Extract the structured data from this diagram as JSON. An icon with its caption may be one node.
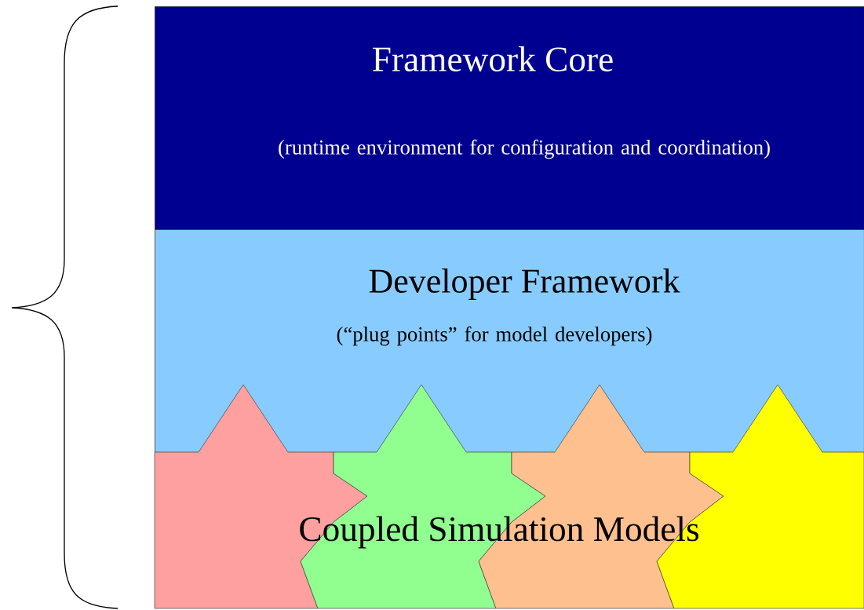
{
  "diagram": {
    "nodes": [
      {
        "text": [
          "Framework Core",
          "(runtime environment for configuration and coordination)"
        ]
      },
      {
        "text": [
          "Developer Framework",
          "(“plug points” for model developers)"
        ]
      }
    ],
    "edges": [],
    "labels": [
      "Coupled Simulation Models"
    ]
  }
}
